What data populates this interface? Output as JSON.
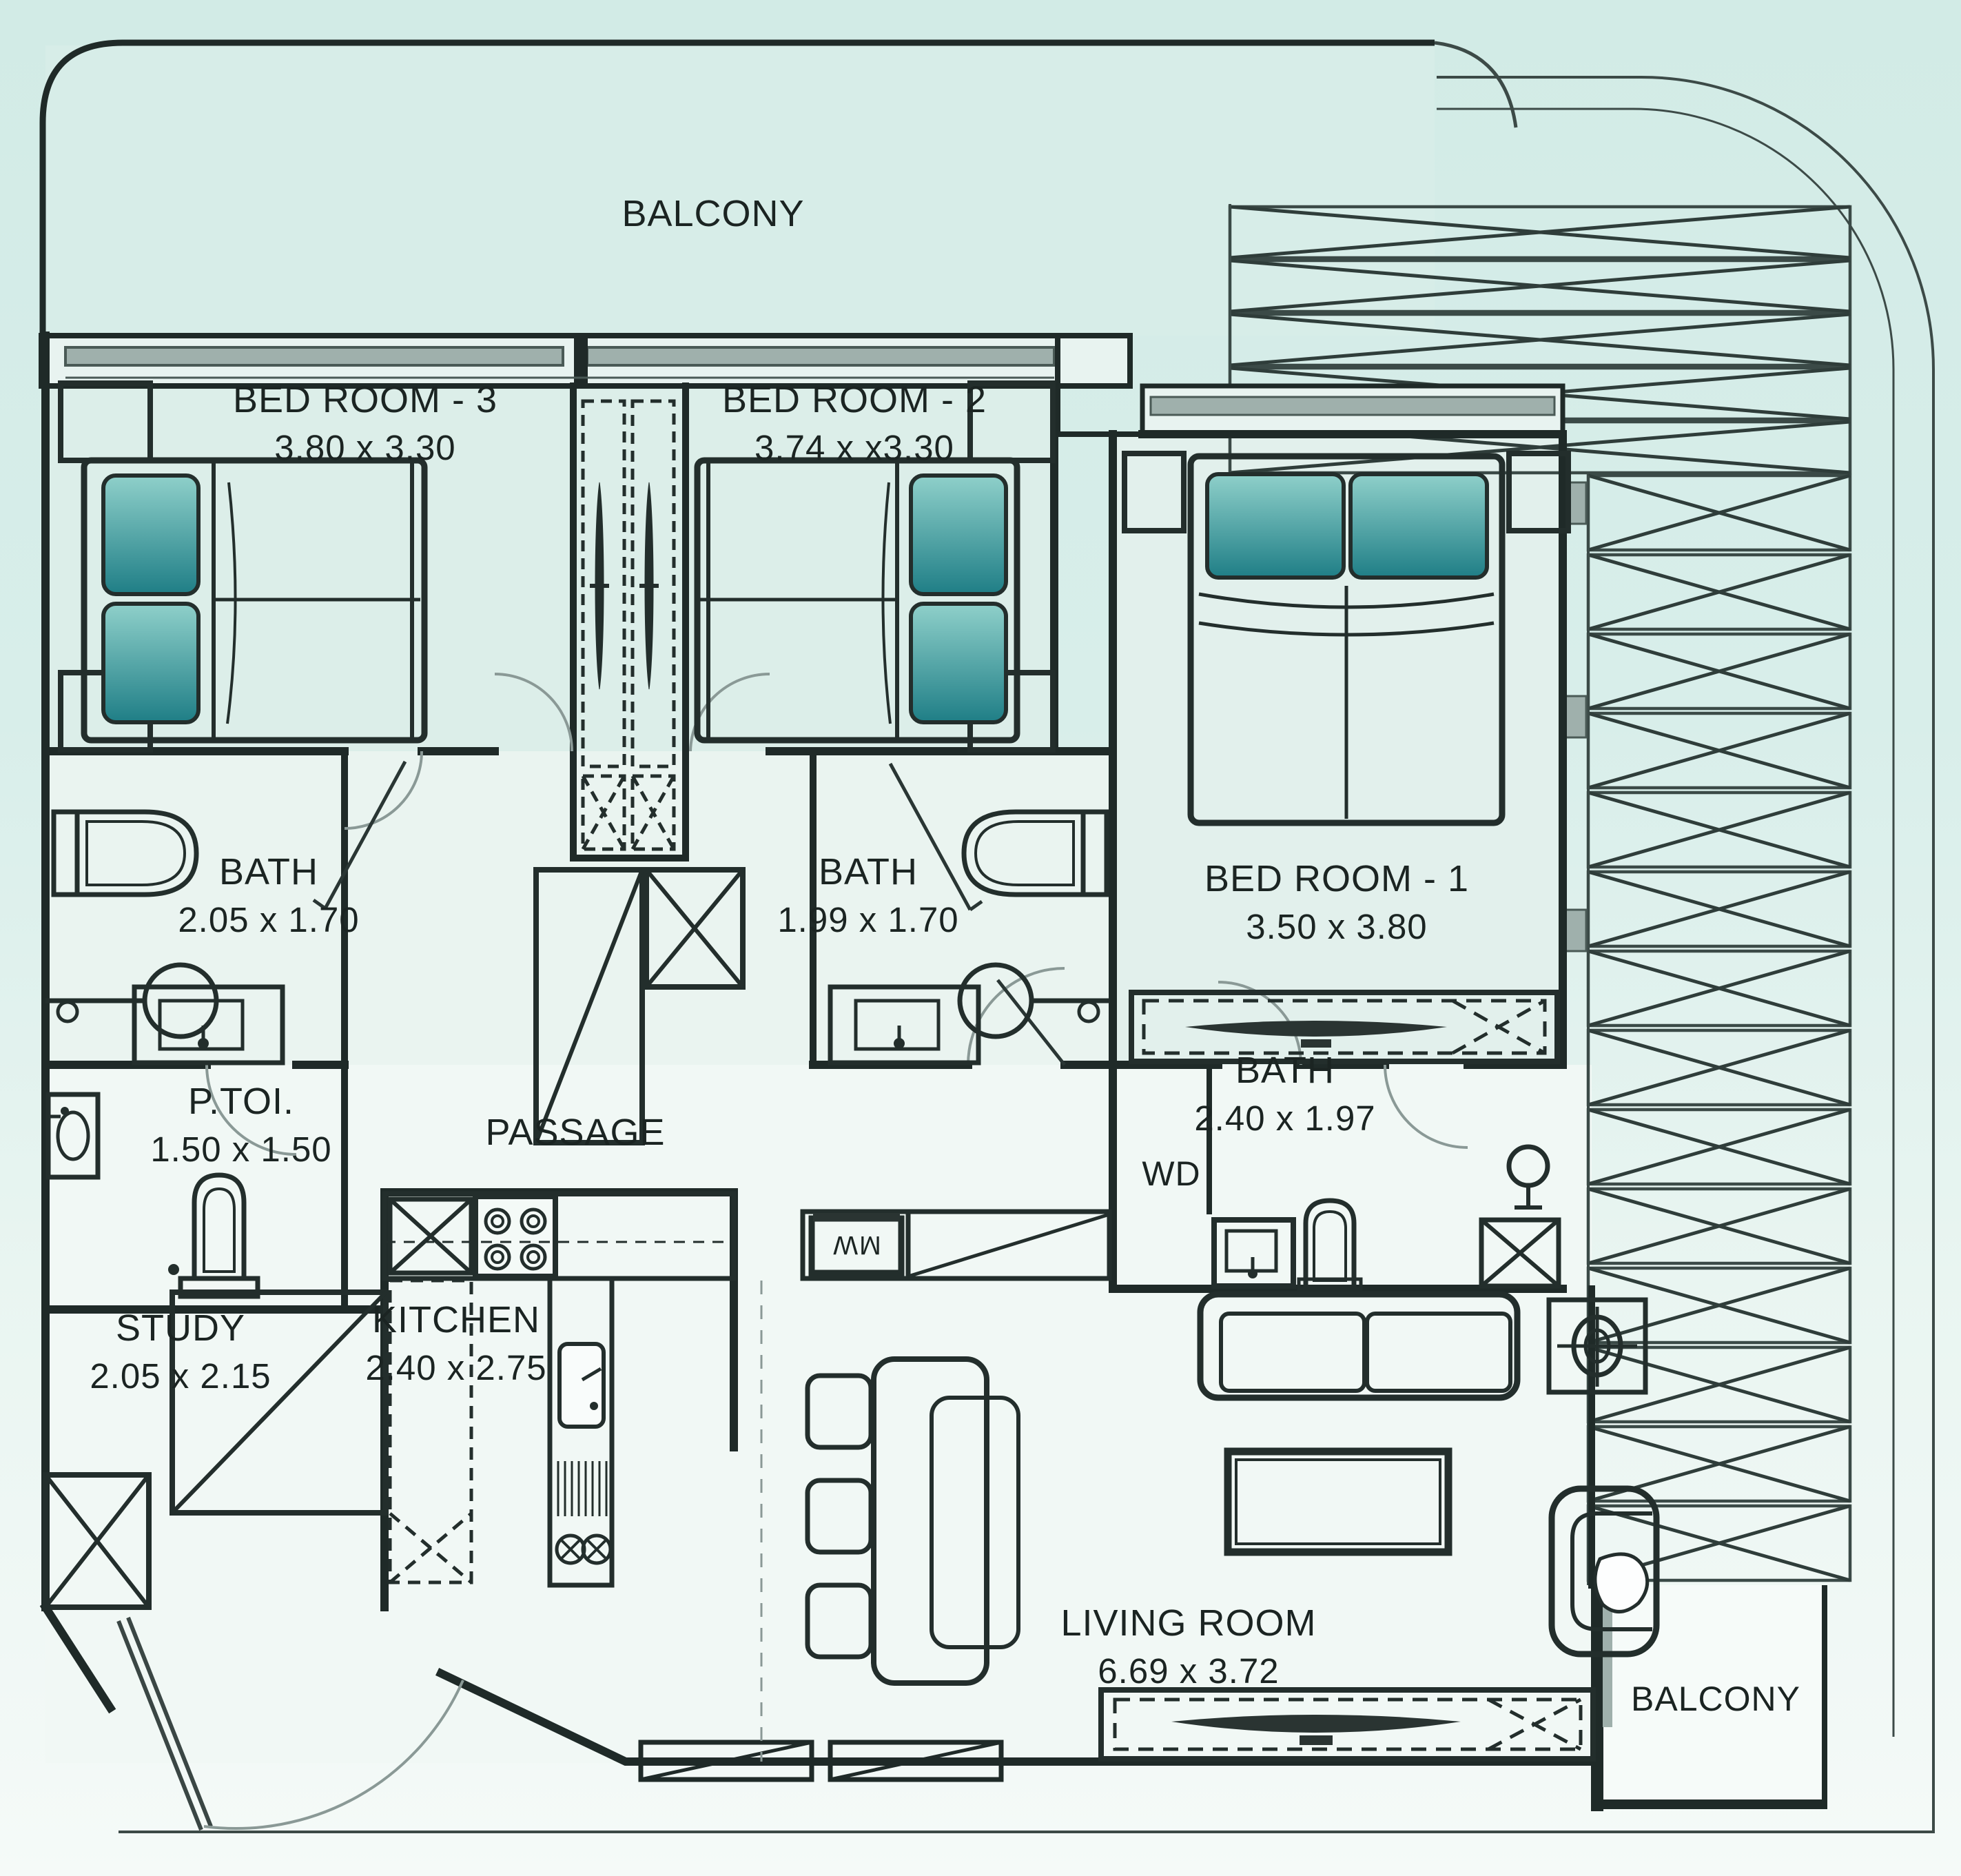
{
  "plan": {
    "rooms": {
      "balcony_top": {
        "name": "BALCONY"
      },
      "bedroom3": {
        "name": "BED ROOM - 3",
        "dims": "3.80 x 3.30"
      },
      "bedroom2": {
        "name": "BED ROOM - 2",
        "dims": "3.74 x x3.30"
      },
      "bedroom1": {
        "name": "BED ROOM - 1",
        "dims": "3.50 x 3.80"
      },
      "bath_bedroom3": {
        "name": "BATH",
        "dims": "2.05 x 1.70"
      },
      "bath_bedroom2": {
        "name": "BATH",
        "dims": "1.99 x 1.70"
      },
      "bath_bedroom1": {
        "name": "BATH",
        "dims": "2.40 x 1.97"
      },
      "powder_toilet": {
        "name": "P.TOI.",
        "dims": "1.50 x 1.50"
      },
      "passage": {
        "name": "PASSAGE"
      },
      "study": {
        "name": "STUDY",
        "dims": "2.05 x 2.15"
      },
      "kitchen": {
        "name": "KITCHEN",
        "dims": "2.40 x 2.75"
      },
      "washer_dryer": {
        "name": "WD"
      },
      "microwave": {
        "name": "MW"
      },
      "living_room": {
        "name": "LIVING ROOM",
        "dims": "6.69 x 3.72"
      },
      "balcony_bottom_right": {
        "name": "BALCONY"
      }
    },
    "colors": {
      "wall": "#1f2a28",
      "background": "#d5ece7",
      "floor_light": "#f2f9f6",
      "accent_teal_dark": "#1f7e86",
      "accent_teal_light": "#8fd0ca",
      "window_gray": "#9fb0ac"
    }
  }
}
